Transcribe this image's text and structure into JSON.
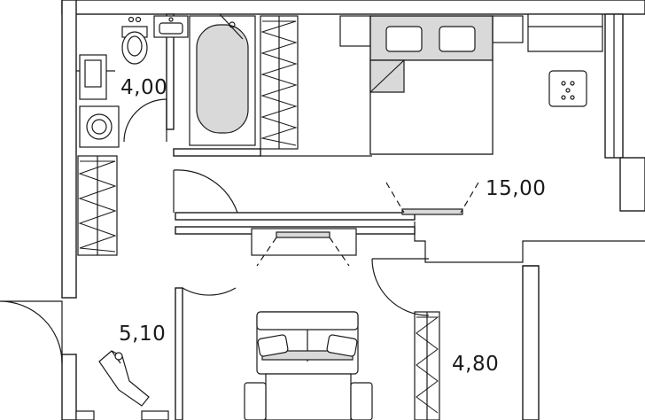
{
  "rooms": [
    {
      "id": "bathroom",
      "area": "4,00"
    },
    {
      "id": "bedroom",
      "area": "15,00"
    },
    {
      "id": "hallway",
      "area": "5,10"
    },
    {
      "id": "kitchen",
      "area": "4,80"
    }
  ],
  "colors": {
    "line": "#1a1a1a",
    "background": "#ffffff",
    "fill_accent": "#d9d9d9"
  }
}
